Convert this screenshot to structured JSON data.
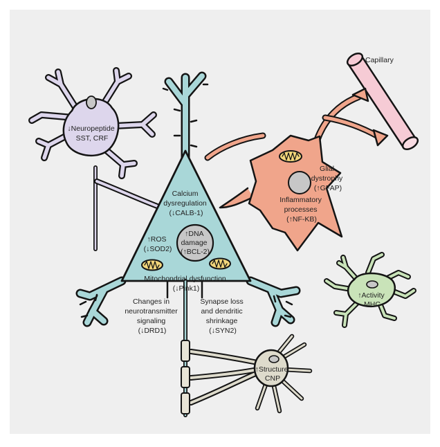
{
  "colors": {
    "panel": "#efefef",
    "outline": "#141414",
    "neuron": "#a9d7d8",
    "interneuron": "#ddd6ec",
    "astrocyte": "#f0a58b",
    "capillary": "#f6cbd5",
    "microglia": "#c9e3b9",
    "oligodendrocyte": "#dedbcc",
    "nucleus": "#c7c7c7",
    "mitochondrion": "#f2d67a"
  },
  "labels": {
    "capillary": "Capillary",
    "interneuron": [
      "↓Neuropeptide",
      "SST, CRF"
    ],
    "calcium": [
      "Calcium",
      "dysregulation",
      "(↓CALB-1)"
    ],
    "ros": [
      "↑ROS",
      "(↓SOD2)"
    ],
    "dna": [
      "↑DNA",
      "damage",
      "(↑BCL-2)"
    ],
    "mitochondria": [
      "Mitochondrial dysfunction",
      "(↓Pink1)"
    ],
    "glial": [
      "Glial",
      "dystrophy",
      "(↑GFAP)"
    ],
    "inflammatory": [
      "Inflammatory",
      "processes",
      "(↑NF-KB)"
    ],
    "microglia": [
      "↑Activity",
      "MHC"
    ],
    "neurotransmitter": [
      "Changes in",
      "neurotransmitter",
      "signaling",
      "(↓DRD1)"
    ],
    "synapse": [
      "Synapse loss",
      "and dendritic",
      "shrinkage",
      "(↓SYN2)"
    ],
    "oligo": [
      "↑Structure",
      "CNP"
    ]
  }
}
